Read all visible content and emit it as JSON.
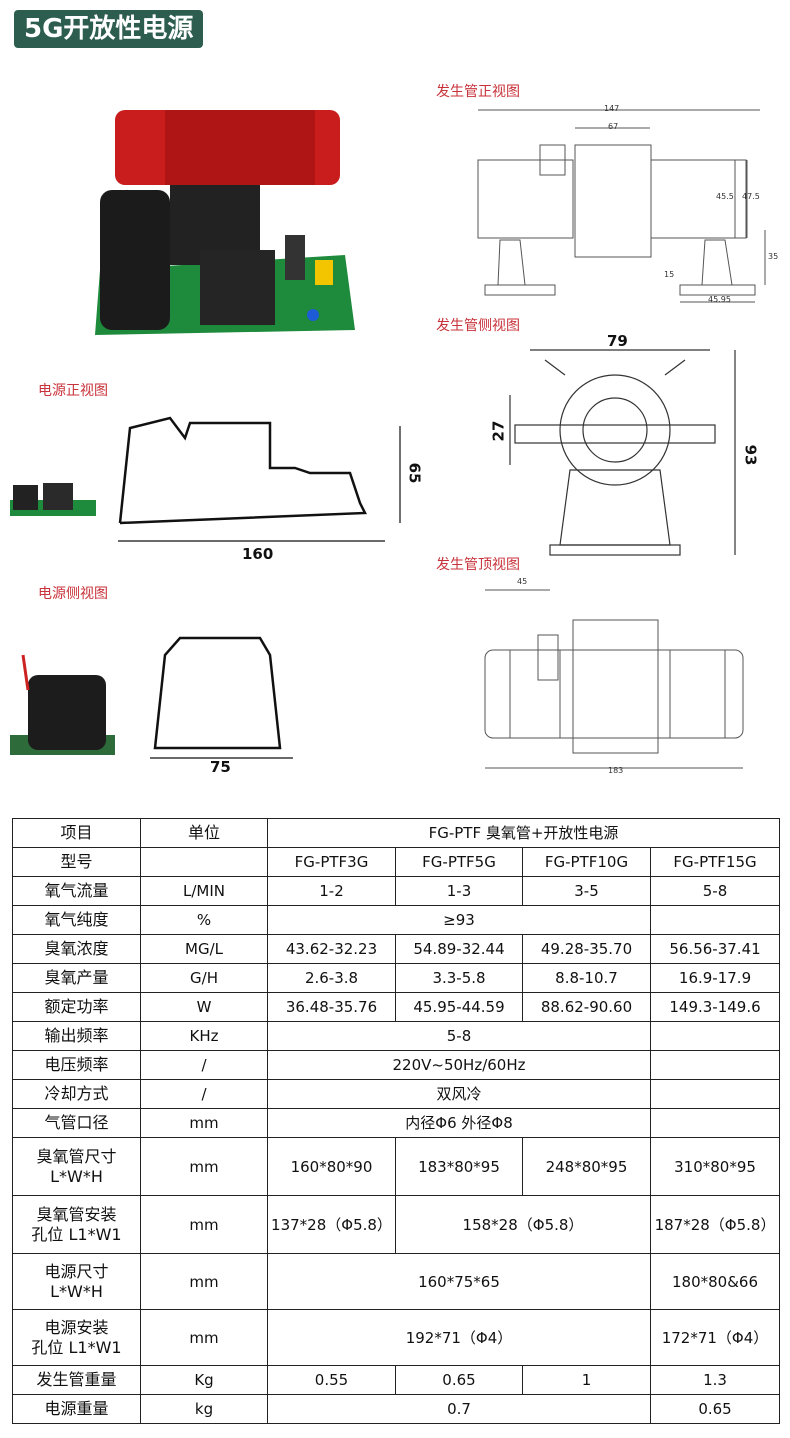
{
  "title": "5G开放性电源",
  "views": {
    "tube_front": "发生管正视图",
    "tube_side": "发生管侧视图",
    "tube_top": "发生管顶视图",
    "psu_front": "电源正视图",
    "psu_side": "电源侧视图"
  },
  "dims": {
    "tube_front": [
      "147",
      "67",
      "47.5",
      "45.5",
      "35",
      "15",
      "45.95"
    ],
    "tube_side": [
      "79",
      "27",
      "93"
    ],
    "tube_top": [
      "45",
      "183"
    ],
    "psu_front": [
      "160",
      "65"
    ],
    "psu_side": [
      "75"
    ]
  },
  "table": {
    "h_item": "项目",
    "h_unit": "单位",
    "h_group": "FG-PTF 臭氧管+开放性电源",
    "model_label": "型号",
    "models": [
      "FG-PTF3G",
      "FG-PTF5G",
      "FG-PTF10G",
      "FG-PTF15G"
    ],
    "rows": [
      {
        "k": "氧气流量",
        "u": "L/MIN",
        "v": [
          "1-2",
          "1-3",
          "3-5",
          "5-8"
        ]
      },
      {
        "k": "氧气纯度",
        "u": "%",
        "v": [
          "≥93"
        ]
      },
      {
        "k": "臭氧浓度",
        "u": "MG/L",
        "v": [
          "43.62-32.23",
          "54.89-32.44",
          "49.28-35.70",
          "56.56-37.41"
        ]
      },
      {
        "k": "臭氧产量",
        "u": "G/H",
        "v": [
          "2.6-3.8",
          "3.3-5.8",
          "8.8-10.7",
          "16.9-17.9"
        ]
      },
      {
        "k": "额定功率",
        "u": "W",
        "v": [
          "36.48-35.76",
          "45.95-44.59",
          "88.62-90.60",
          "149.3-149.6"
        ]
      },
      {
        "k": "输出频率",
        "u": "KHz",
        "v": [
          "5-8"
        ]
      },
      {
        "k": "电压频率",
        "u": "/",
        "v": [
          "220V~50Hz/60Hz"
        ]
      },
      {
        "k": "冷却方式",
        "u": "/",
        "v": [
          "双风冷"
        ]
      },
      {
        "k": "气管口径",
        "u": "mm",
        "v": [
          "内径Φ6 外径Φ8"
        ]
      },
      {
        "k1": "臭氧管尺寸",
        "k2": "L*W*H",
        "u": "mm",
        "v": [
          "160*80*90",
          "183*80*95",
          "248*80*95",
          "310*80*95"
        ]
      },
      {
        "k1": "臭氧管安装",
        "k2": "孔位 L1*W1",
        "u": "mm",
        "v": [
          "137*28（Φ5.8）",
          "158*28（Φ5.8）",
          "187*28（Φ5.8）"
        ]
      },
      {
        "k1": "电源尺寸",
        "k2": "L*W*H",
        "u": "mm",
        "v": [
          "160*75*65",
          "180*80&66"
        ]
      },
      {
        "k1": "电源安装",
        "k2": "孔位 L1*W1",
        "u": "mm",
        "v": [
          "192*71（Φ4）",
          "172*71（Φ4）"
        ]
      },
      {
        "k": "发生管重量",
        "u": "Kg",
        "v": [
          "0.55",
          "0.65",
          "1",
          "1.3"
        ]
      },
      {
        "k": "电源重量",
        "u": "kg",
        "v": [
          "0.7",
          "0.65"
        ]
      }
    ]
  }
}
